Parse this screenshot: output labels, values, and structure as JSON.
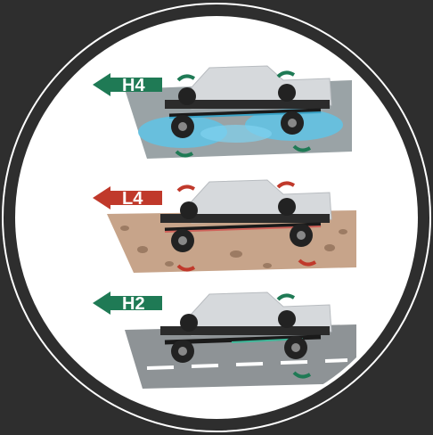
{
  "colors": {
    "background": "#2e2e2e",
    "ring": "#ffffff",
    "h4_accent": "#1f7a55",
    "l4_accent": "#c0392b",
    "h2_accent": "#1f7a55",
    "h4_ground": "#9aa3a6",
    "h4_water": "#5fc4e6",
    "l4_ground": "#c7a48a",
    "h2_ground": "#8e9396"
  },
  "modes": [
    {
      "label": "H4",
      "icon": "truck-chassis-icon",
      "terrain": "wet-road"
    },
    {
      "label": "L4",
      "icon": "truck-chassis-icon",
      "terrain": "rocky-dirt"
    },
    {
      "label": "H2",
      "icon": "truck-chassis-icon",
      "terrain": "paved-road"
    }
  ]
}
